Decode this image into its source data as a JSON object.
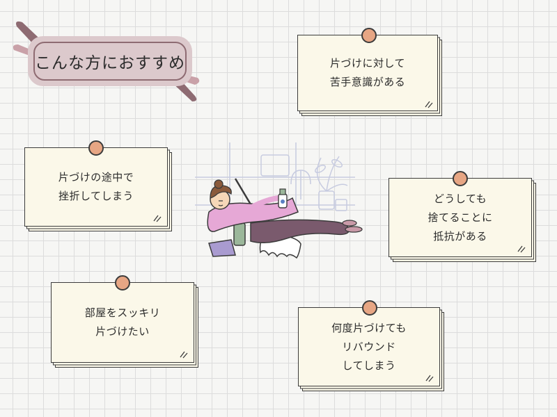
{
  "title": "こんな方におすすめ",
  "notes": [
    {
      "text": "片づけに対して\n苦手意識がある"
    },
    {
      "text": "片づけの途中で\n挫折してしまう"
    },
    {
      "text": "どうしても\n捨てることに\n抵抗がある"
    },
    {
      "text": "部屋をスッキリ\n片づけたい"
    },
    {
      "text": "何度片づけても\nリバウンド\nしてしまう"
    }
  ],
  "colors": {
    "accent_pink": "#dcc9cc",
    "accent_dark": "#8e6b72",
    "pin": "#e7a684",
    "paper": "#fbf8e9"
  }
}
